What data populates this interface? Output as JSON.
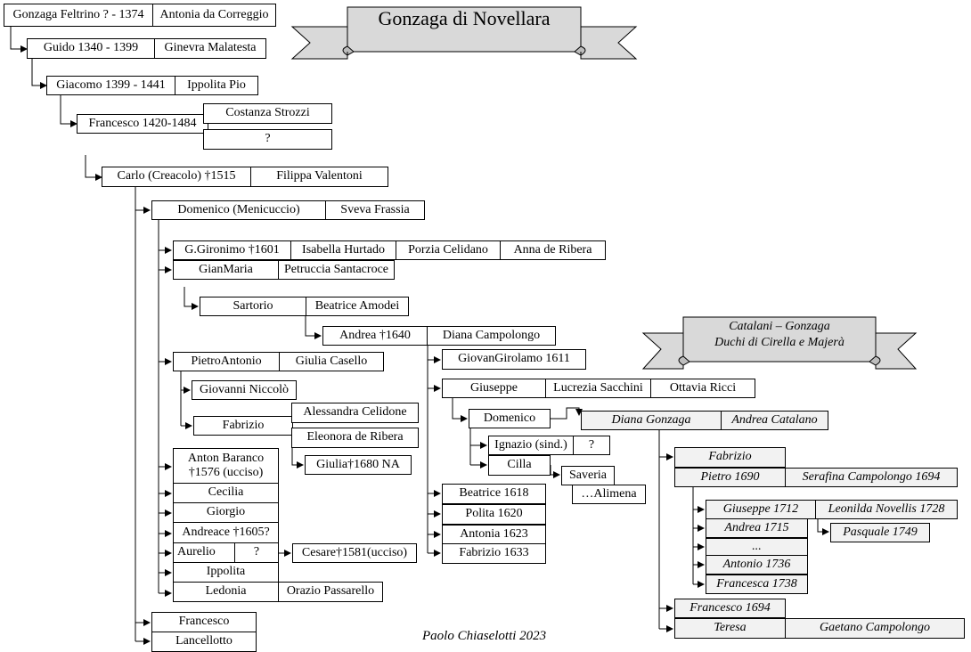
{
  "title": "Gonzaga di Novellara",
  "subtitle_line1": "Catalani – Gonzaga",
  "subtitle_line2": "Duchi di Cirella e Majerà",
  "credit": "Paolo Chiaselotti 2023",
  "colors": {
    "line": "#000000",
    "box_fill": "#ffffff",
    "shaded_fill": "#f2f2f2",
    "banner_fill": "#d9d9d9"
  },
  "boxes": {
    "gonzaga_feltrino": "Gonzaga Feltrino ? - 1374",
    "antonia_correggio": "Antonia da Correggio",
    "guido": "Guido 1340 - 1399",
    "ginevra_malatesta": "Ginevra Malatesta",
    "giacomo": "Giacomo 1399 - 1441",
    "ippolita_pio": "Ippolita Pio",
    "francesco_1420": "Francesco 1420-1484",
    "costanza_strozzi": "Costanza Strozzi",
    "unknown_wife": "?",
    "carlo": "Carlo (Creacolo) †1515",
    "filippa_valentoni": "Filippa Valentoni",
    "domenico_menicuccio": "Domenico (Menicuccio)",
    "sveva_frassia": "Sveva Frassia",
    "g_gironimo": "G.Gironimo †1601",
    "isabella_hurtado": "Isabella Hurtado",
    "porzia_celidano": "Porzia Celidano",
    "anna_de_ribera": "Anna de Ribera",
    "gianmaria": "GianMaria",
    "petruccia_santacroce": "Petruccia Santacroce",
    "sartorio": "Sartorio",
    "beatrice_amodei": "Beatrice Amodei",
    "andrea_1640": "Andrea †1640",
    "diana_campolongo": "Diana Campolongo",
    "pietroantonio": "PietroAntonio",
    "giulia_casello": "Giulia Casello",
    "giovanni_niccolo": "Giovanni Niccolò",
    "fabrizio_b": "Fabrizio",
    "alessandra_celidone": "Alessandra Celidone",
    "eleonora_de_ribera": "Eleonora de Ribera",
    "giulia_1680": "Giulia†1680 NA",
    "anton_baranco_1": "Anton Baranco",
    "anton_baranco_2": "†1576 (ucciso)",
    "cecilia": "Cecilia",
    "giorgio": "Giorgio",
    "andreace": "Andreace †1605?",
    "aurelio": "Aurelio",
    "aurelio_wife": "?",
    "cesare": "Cesare†1581(ucciso)",
    "ippolita": "Ippolita",
    "ledonia": "Ledonia",
    "orazio_passarello": "Orazio Passarello",
    "francesco_c": "Francesco",
    "lancellotto": "Lancellotto",
    "giovangirolamo": "GiovanGirolamo 1611",
    "giuseppe_c": "Giuseppe",
    "lucrezia_sacchini": "Lucrezia Sacchini",
    "ottavia_ricci": "Ottavia Ricci",
    "domenico_c": "Domenico",
    "diana_gonzaga": "Diana Gonzaga",
    "andrea_catalano": "Andrea Catalano",
    "ignazio": "Ignazio (sind.)",
    "ignazio_q": "?",
    "cilla": "Cilla",
    "saveria": "Saveria",
    "alimena": "…Alimena",
    "beatrice_1618": "Beatrice 1618",
    "polita_1620": "Polita 1620",
    "antonia_1623": "Antonia 1623",
    "fabrizio_1633": "Fabrizio 1633",
    "fabrizio_cat": "Fabrizio",
    "pietro_1690": "Pietro 1690",
    "serafina": "Serafina Campolongo 1694",
    "giuseppe_1712": "Giuseppe 1712",
    "leonilda": "Leonilda Novellis 1728",
    "pasquale": "Pasquale 1749",
    "andrea_1715": "Andrea 1715",
    "ellipsis": "...",
    "antonio_1736": "Antonio 1736",
    "francesca_1738": "Francesca 1738",
    "francesco_1694": "Francesco 1694",
    "teresa": "Teresa",
    "gaetano": "Gaetano Campolongo"
  }
}
